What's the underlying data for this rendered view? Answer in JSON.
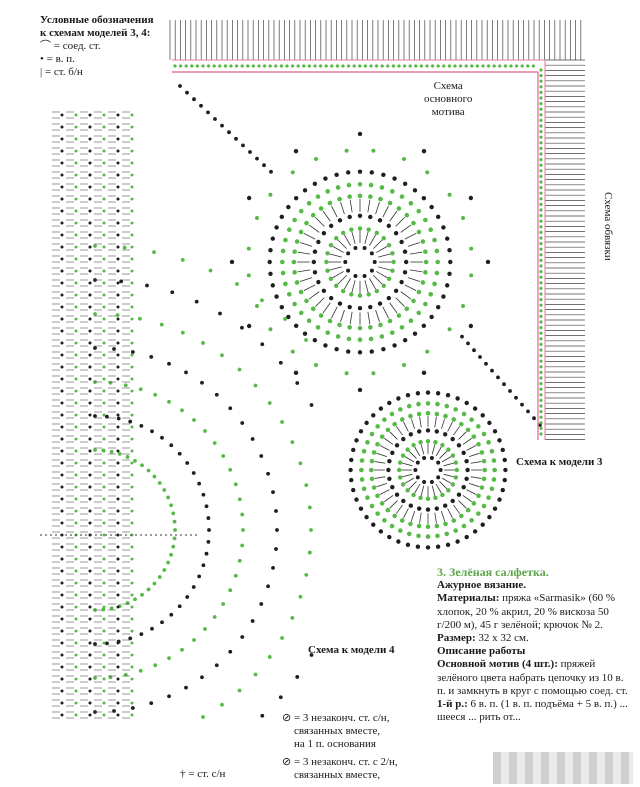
{
  "legend": {
    "title_line1": "Условные обозначения",
    "title_line2": "к схемам моделей 3, 4:",
    "items": [
      "= соед. ст.",
      "= в. п.",
      "= ст. б/н"
    ]
  },
  "labels": {
    "motif_line1": "Схема",
    "motif_line2": "основного",
    "motif_line3": "мотива",
    "border": "Схема обвязки",
    "model3": "Схема к модели 3",
    "model4": "Схема к модели 4"
  },
  "legend_bottom": {
    "a_lines": [
      "= 3 незаконч. ст. с/н,",
      "связанных вместе,",
      "на 1 п. основания"
    ],
    "b_lines": [
      "= 3 незаконч. ст. с 2/н,",
      "связанных вместе,"
    ],
    "c": "= ст. с/н"
  },
  "description": {
    "heading": "3. Зелёная салфетка.",
    "technique": "Ажурное вязание.",
    "materials_label": "Материалы:",
    "materials_text": " пряжа «Sarmasik» (60 % хлопок, 20 % акрил, 20 % вискоза 50 г/200 м), 45 г зелёной; крючок № 2.",
    "size_label": "Размер:",
    "size_text": " 32 х 32 см.",
    "work_heading": "Описание работы",
    "motif_label": "Основной мотив (4 шт.):",
    "motif_text": " пряжей зелёного цвета набрать цепочку из 10 в. п. и замкнуть в круг с помощью соед. ст.",
    "row1_label": "1-й р.:",
    "row1_text": " 6 в. п. (1 в. п. подъёма + 5 в. п.) ... шееся ... рить от..."
  },
  "colors": {
    "green": "#57b947",
    "dark": "#1f1f1f",
    "pink": "#e07aa6",
    "text_green": "#5aa64a"
  }
}
